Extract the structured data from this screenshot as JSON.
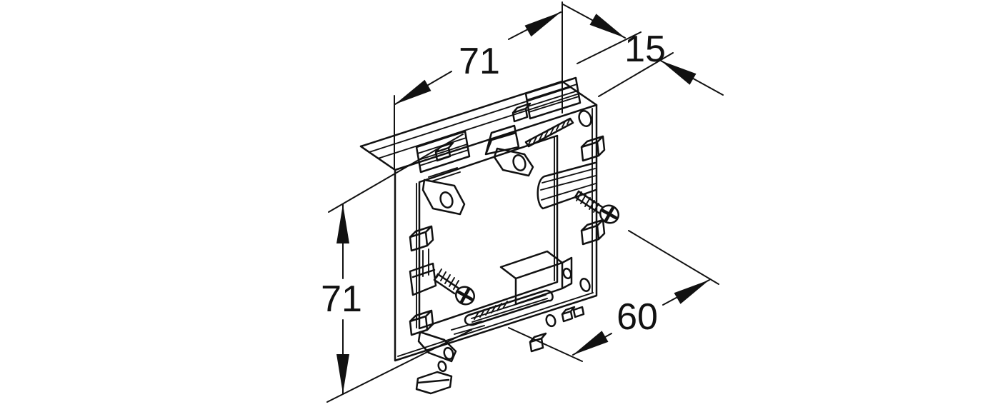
{
  "drawing": {
    "object": "flush-mounted device box frame with fixing claws, side clips and two fixing screws",
    "background": "#ffffff",
    "stroke_color": "#111111",
    "dimensions": {
      "width_top": "71",
      "depth": "15",
      "height_left": "71",
      "screw_spacing": "60"
    }
  }
}
